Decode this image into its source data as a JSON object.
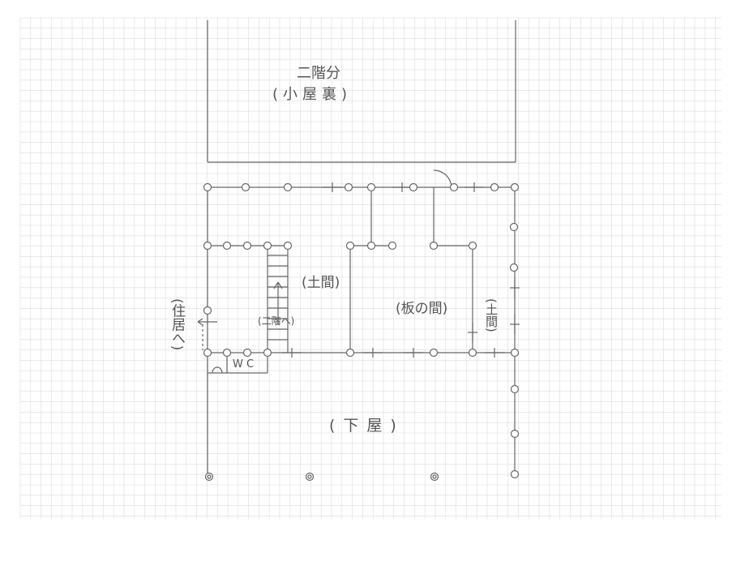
{
  "plan": {
    "upper_floor_label": "二階分",
    "upper_floor_sub": "(小屋裏)",
    "doma_label": "(土間)",
    "stairs_label": "(二階へ)",
    "itanoma_label": "(板の間)",
    "doma_right_label": "(土間)",
    "to_residence_label": "(住居へ)",
    "wc_label": "W C",
    "geya_label": "(下屋)"
  },
  "colors": {
    "grid": "#dcdcdc",
    "ink": "#666666"
  }
}
